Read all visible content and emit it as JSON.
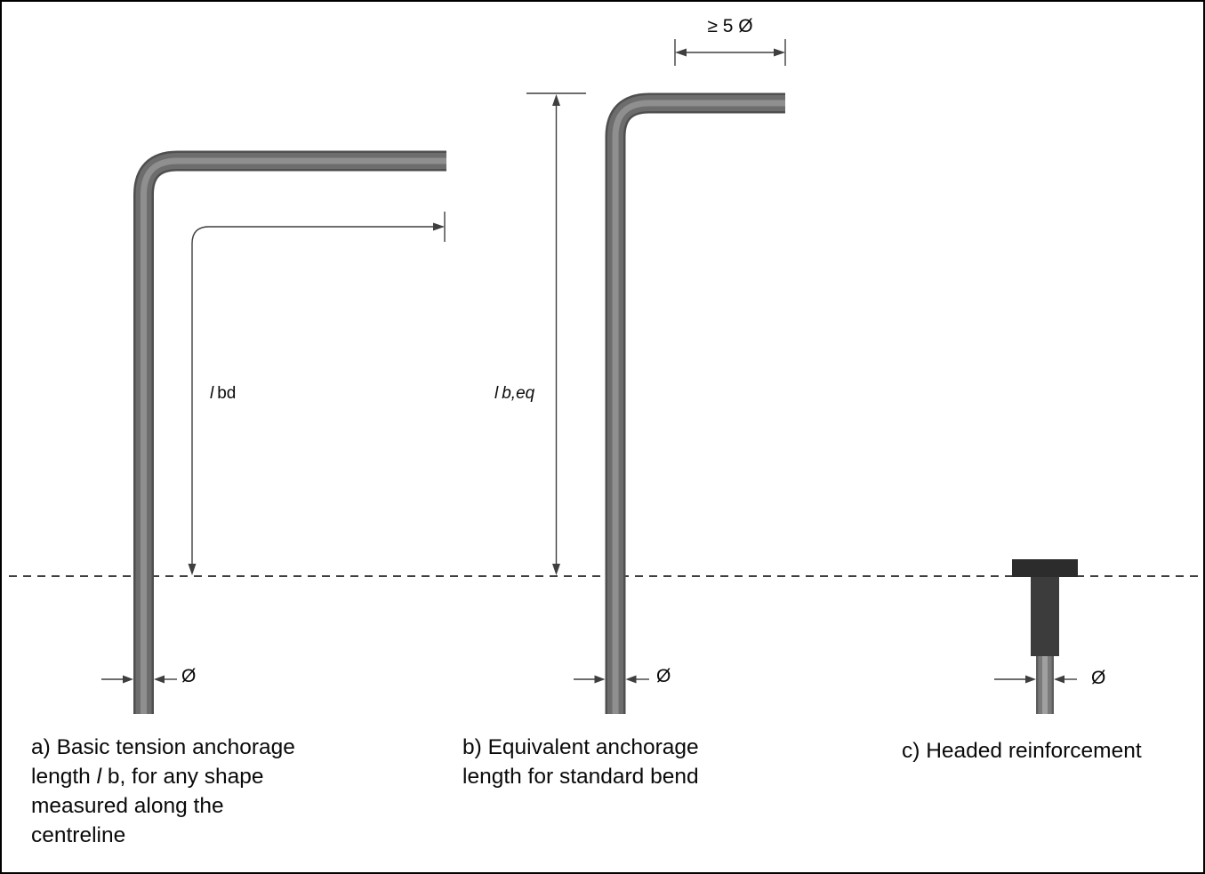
{
  "colors": {
    "bar-dark": "#4f4f4f",
    "bar-mid": "#6d6d6d",
    "bar-light": "#8f8f8f",
    "bar-c-mid": "#7a7a7a",
    "bar-c-light": "#a0a0a0",
    "head": "#2c2c2c",
    "collar": "#3c3c3c",
    "dim": "#3f3f3f",
    "text": "#0a0a0a",
    "background": "#ffffff",
    "border": "#000000"
  },
  "figure_a": {
    "dim_label_prefix": "l",
    "dim_label_suffix": "bd",
    "diameter_label": "Ø",
    "caption": {
      "line1": "a) Basic tension anchorage",
      "line2_pre": "length ",
      "line2_italic": "l",
      "line2_post": " b, for any shape",
      "line3": "measured along the",
      "line4": "centreline"
    }
  },
  "figure_b": {
    "top_dim_label": "≥ 5 Ø",
    "dim_label_prefix": "l",
    "dim_label_suffix": "b,eq",
    "diameter_label": "Ø",
    "caption": {
      "line1": "b) Equivalent anchorage",
      "line2": "length for standard bend"
    }
  },
  "figure_c": {
    "diameter_label": "Ø",
    "caption": {
      "line1": "c) Headed reinforcement"
    }
  }
}
